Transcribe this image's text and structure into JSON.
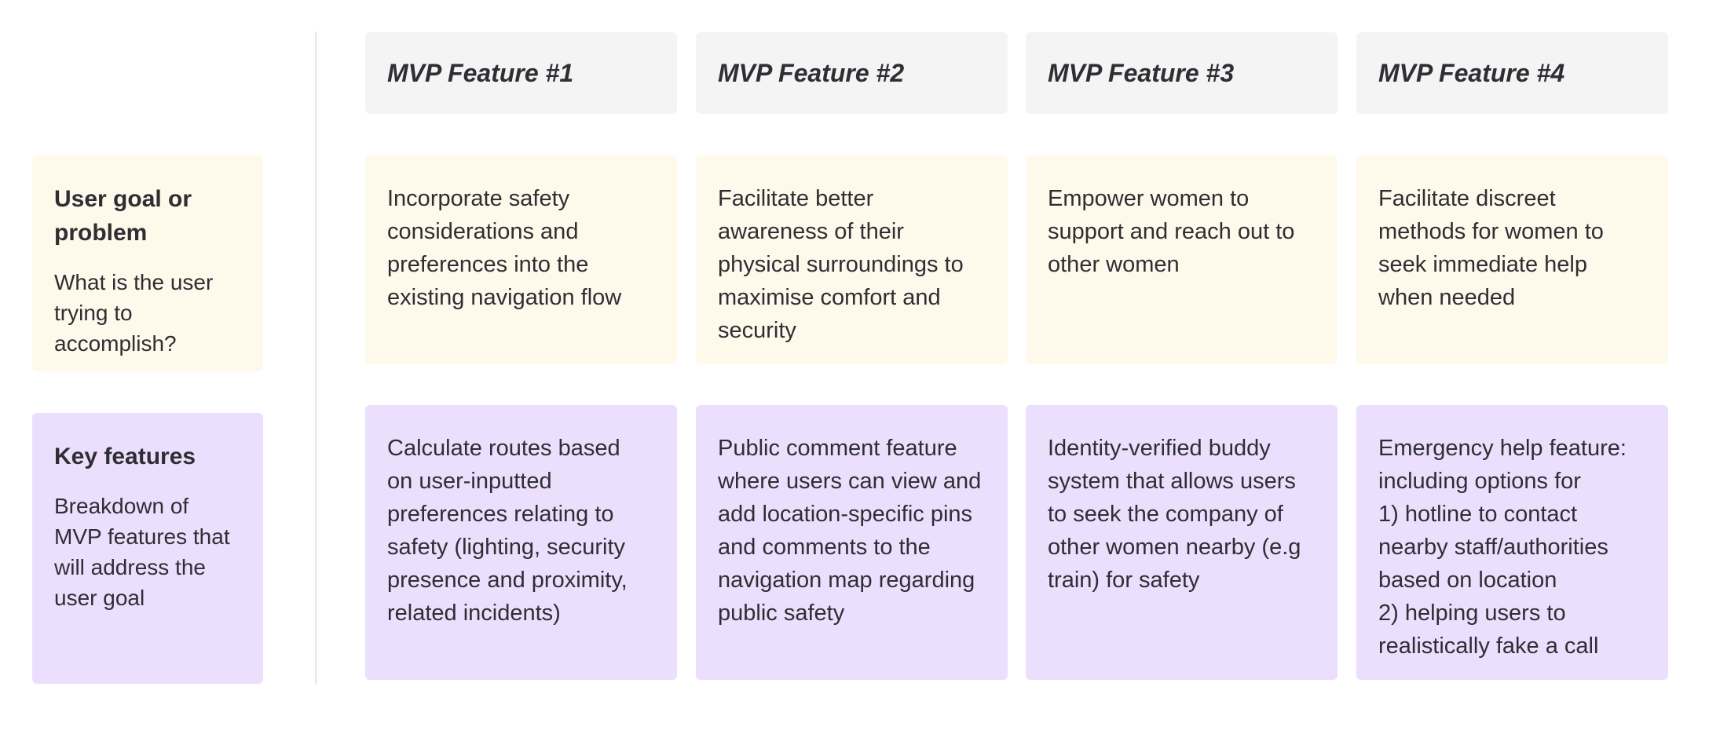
{
  "columns": [
    {
      "header": "MVP Feature #1",
      "goal": "Incorporate safety\nconsiderations and\npreferences into the\nexisting navigation flow",
      "feature": "Calculate routes based\non user-inputted\npreferences relating to\nsafety (lighting, security\npresence and proximity,\nrelated incidents)"
    },
    {
      "header": "MVP Feature #2",
      "goal": "Facilitate better\nawareness of their\nphysical surroundings to\nmaximise comfort and\nsecurity",
      "feature": "Public comment feature\nwhere users can view and\nadd location-specific pins\nand comments to the\nnavigation map regarding\npublic safety"
    },
    {
      "header": "MVP Feature #3",
      "goal": "Empower women to\nsupport and reach out to\nother women",
      "feature": "Identity-verified buddy\nsystem that allows users\nto seek the company of\nother women nearby (e.g\ntrain) for safety"
    },
    {
      "header": "MVP Feature #4",
      "goal": "Facilitate discreet\nmethods for women to\nseek immediate help\nwhen needed",
      "feature": "Emergency help feature:\nincluding options for\n1) hotline to contact\nnearby staff/authorities\nbased on location\n2) helping users to\nrealistically fake a call"
    }
  ],
  "rows": {
    "goal": {
      "title": "User goal or\nproblem",
      "description": "What is the user\ntrying to\naccomplish?"
    },
    "features": {
      "title": "Key features",
      "description": "Breakdown of\nMVP features that\nwill address the\nuser goal"
    }
  },
  "colors": {
    "header_bg": "#f4f4f5",
    "goal_bg": "#fef9ea",
    "feature_bg": "#ecdffe",
    "text": "#2e2e33",
    "divider": "#e6e6e8"
  }
}
